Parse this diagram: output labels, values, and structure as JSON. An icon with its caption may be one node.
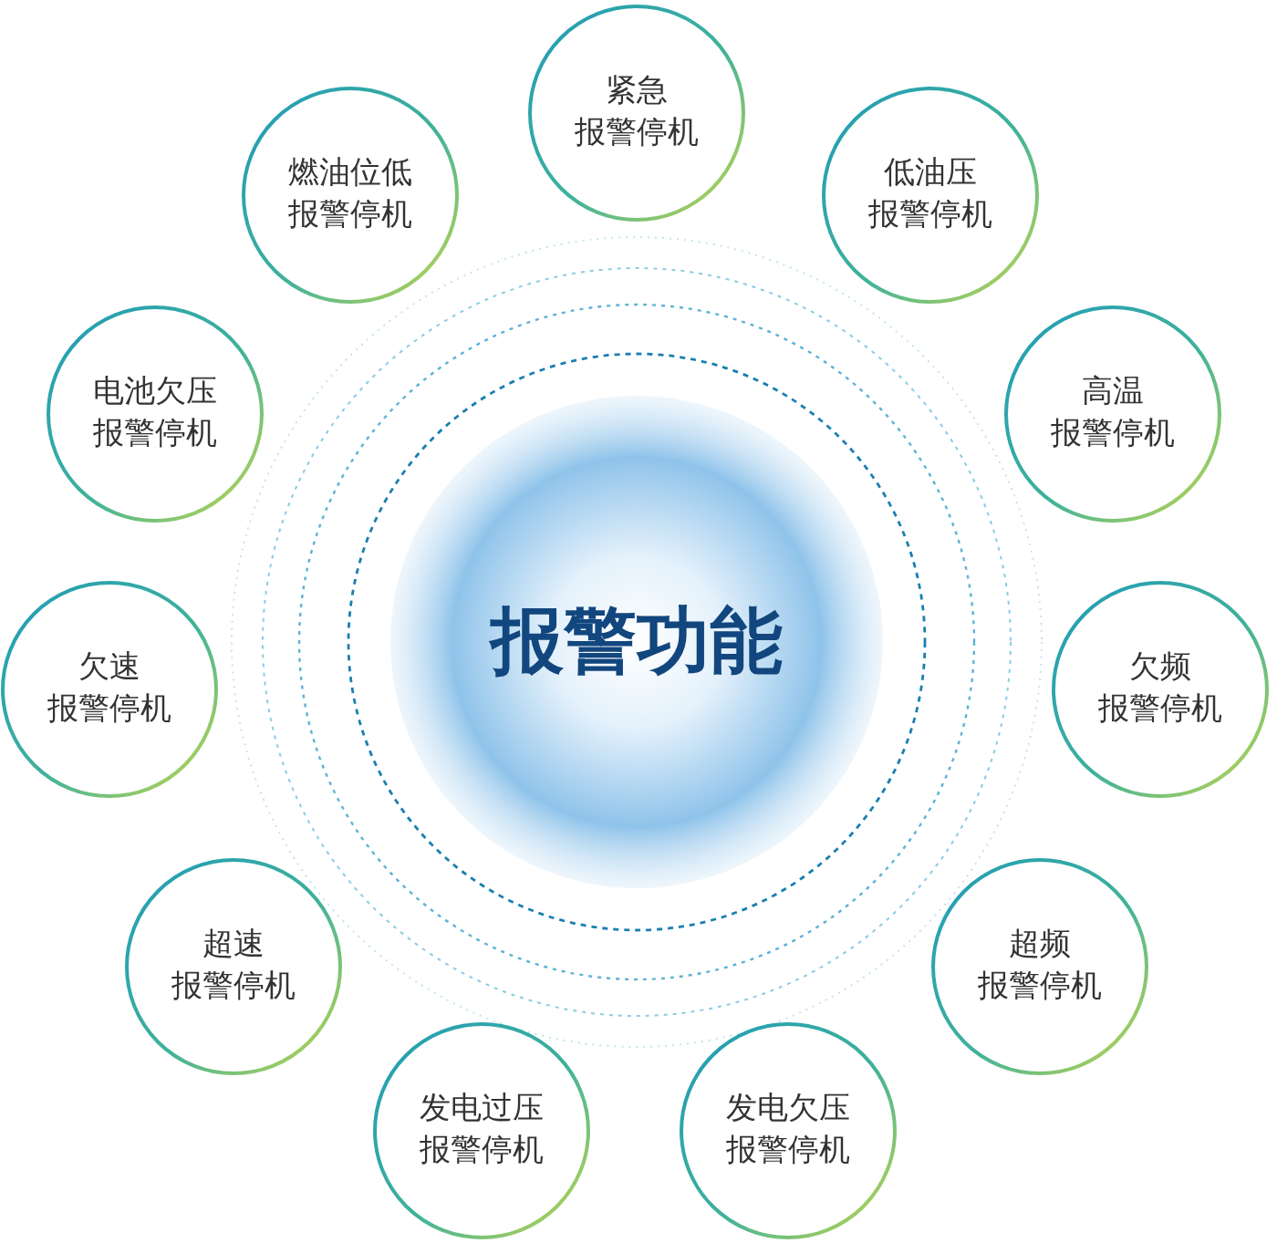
{
  "diagram": {
    "nodes": [
      {
        "text": [
          "报警功能"
        ]
      },
      {
        "text": [
          "紧急报警停机"
        ]
      },
      {
        "text": [
          "低油压报警停机"
        ]
      },
      {
        "text": [
          "高温报警停机"
        ]
      },
      {
        "text": [
          "欠频报警停机"
        ]
      },
      {
        "text": [
          "超频报警停机"
        ]
      },
      {
        "text": [
          "发电欠压报警停机"
        ]
      },
      {
        "text": [
          "发电过压报警停机"
        ]
      },
      {
        "text": [
          "超速报警停机"
        ]
      },
      {
        "text": [
          "欠速报警停机"
        ]
      },
      {
        "text": [
          "电池欠压报警停机"
        ]
      },
      {
        "text": [
          "燃油位低报警停机"
        ]
      }
    ]
  }
}
